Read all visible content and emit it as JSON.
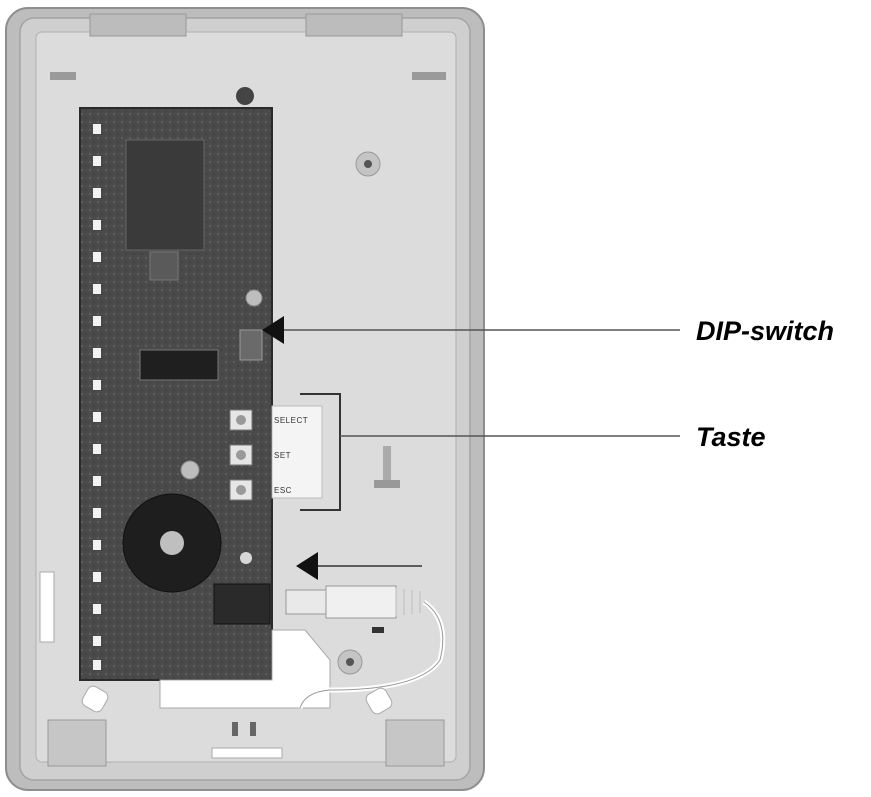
{
  "callouts": {
    "dip_switch": "DIP-switch",
    "taste": "Taste"
  },
  "button_labels": {
    "select": "SELECT",
    "set": "SET",
    "esc": "ESC"
  },
  "colors": {
    "housing": "#c9c9c9",
    "housing_inner": "#d8d8d8",
    "pcb": "#4a4a4a",
    "line": "#555555"
  }
}
